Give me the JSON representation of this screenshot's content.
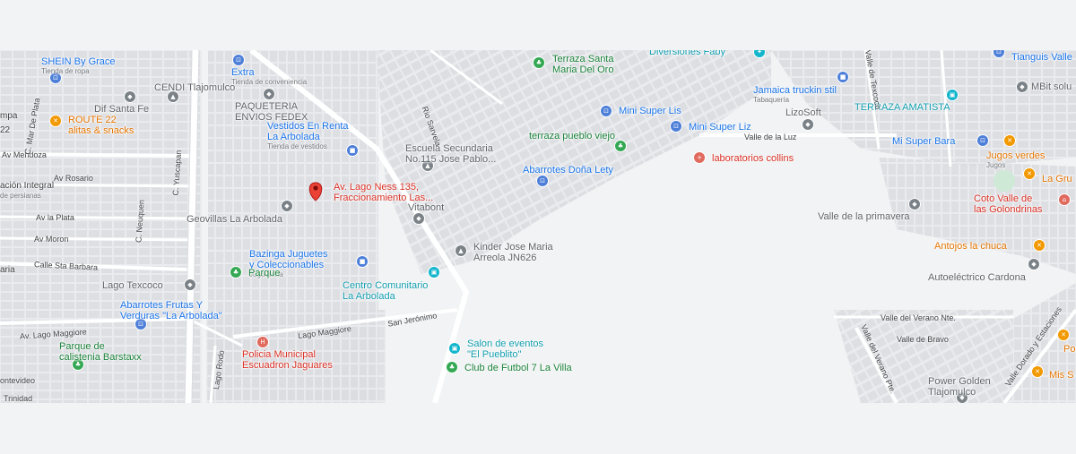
{
  "map": {
    "marker": {
      "line1": "Av. Lago Ness 135,",
      "line2": "Fraccionamiento Las..."
    },
    "places": [
      {
        "id": "shein",
        "name": "SHEIN By Grace",
        "sub": "Tienda de ropa",
        "color": "blue",
        "icon": "shopping-cart-icon"
      },
      {
        "id": "extra",
        "name": "Extra",
        "sub": "Tienda de conveniencia",
        "color": "blue",
        "icon": "shopping-cart-icon"
      },
      {
        "id": "cendi",
        "name": "CENDI Tlajomulco",
        "sub": "",
        "color": "gray",
        "icon": "school-icon"
      },
      {
        "id": "dif",
        "name": "Dif Santa Fe",
        "sub": "",
        "color": "gray",
        "icon": "pin-icon"
      },
      {
        "id": "route22",
        "name": "ROUTE 22",
        "sub": "",
        "line2": "alitas & snacks",
        "color": "orange",
        "icon": "fork-knife-icon"
      },
      {
        "id": "paqueteria",
        "name": "PAQUETERIA",
        "line2": "ENVIOS FEDEX",
        "sub": "",
        "color": "gray",
        "icon": "pin-icon"
      },
      {
        "id": "vestidos",
        "name": "Vestidos En Renta",
        "line2": "La Arbolada",
        "sub": "Tienda de vestidos",
        "color": "blue",
        "icon": "shopping-bag-icon"
      },
      {
        "id": "escuela",
        "name": "Escuela Secundaria",
        "line2": "No.115 Jose Pablo...",
        "sub": "",
        "color": "gray",
        "icon": "school-icon"
      },
      {
        "id": "terrazasanta",
        "name": "Terraza Santa",
        "line2": "Maria Del Oro",
        "sub": "",
        "color": "green",
        "icon": "tree-icon"
      },
      {
        "id": "diversiones",
        "name": "Diversiones Faby",
        "sub": "",
        "color": "teal",
        "icon": "balloon-icon"
      },
      {
        "id": "minilis",
        "name": "Mini Super Lis",
        "sub": "",
        "color": "blue",
        "icon": "shopping-cart-icon"
      },
      {
        "id": "miniliz",
        "name": "Mini Super Liz",
        "sub": "",
        "color": "blue",
        "icon": "shopping-cart-icon"
      },
      {
        "id": "terrazapueblo",
        "name": "terraza pueblo viejo",
        "sub": "",
        "color": "green",
        "icon": "tree-icon"
      },
      {
        "id": "abarroteslety",
        "name": "Abarrotes Doña Lety",
        "sub": "",
        "color": "blue",
        "icon": "shopping-cart-icon"
      },
      {
        "id": "laboratorios",
        "name": "laboratorios collins",
        "sub": "",
        "color": "red",
        "icon": "medical-icon"
      },
      {
        "id": "vitabont",
        "name": "Vitabont",
        "sub": "",
        "color": "gray",
        "icon": "pin-icon"
      },
      {
        "id": "geovillas",
        "name": "Geovillas La Arbolada",
        "sub": "",
        "color": "gray",
        "icon": "pin-icon"
      },
      {
        "id": "kinder",
        "name": "Kinder Jose Maria",
        "line2": "Arreola JN626",
        "sub": "",
        "color": "gray",
        "icon": "school-icon"
      },
      {
        "id": "bazinga",
        "name": "Bazinga Juguetes",
        "line2": "y Coleccionables",
        "sub": "Juguetería",
        "color": "blue",
        "icon": "shopping-bag-icon"
      },
      {
        "id": "parque",
        "name": "Parque",
        "sub": "",
        "color": "green",
        "icon": "tree-icon"
      },
      {
        "id": "lagotexcoco",
        "name": "Lago Texcoco",
        "sub": "",
        "color": "gray",
        "icon": "pin-icon"
      },
      {
        "id": "centro",
        "name": "Centro Comunitario",
        "line2": "La Arbolada",
        "sub": "",
        "color": "teal",
        "icon": "building-icon"
      },
      {
        "id": "abarrotesfrutas",
        "name": "Abarrotes Frutas Y",
        "line2": "Verduras \"La Arbolada\"",
        "sub": "",
        "color": "blue",
        "icon": "shopping-cart-icon"
      },
      {
        "id": "parquecal",
        "name": "Parque de",
        "line2": "calistenia Barstaxx",
        "sub": "",
        "color": "green",
        "icon": "tree-icon"
      },
      {
        "id": "policia",
        "name": "Policia Municipal",
        "line2": "Escuadron Jaguares",
        "sub": "",
        "color": "red",
        "icon": "police-icon"
      },
      {
        "id": "salon",
        "name": "Salon de eventos",
        "line2": "\"El Pueblito\"",
        "sub": "",
        "color": "teal",
        "icon": "building-icon"
      },
      {
        "id": "clubfutbol",
        "name": "Club de Futbol 7 La Villa",
        "sub": "",
        "color": "green",
        "icon": "tree-icon"
      },
      {
        "id": "tianguis",
        "name": "Tianguis Valle",
        "sub": "",
        "color": "blue",
        "icon": "shopping-cart-icon"
      },
      {
        "id": "jamaica",
        "name": "Jamaica truckin stil",
        "sub": "Tabaquería",
        "color": "blue",
        "icon": "shopping-bag-icon"
      },
      {
        "id": "mbit",
        "name": "MBit solu",
        "sub": "",
        "color": "gray",
        "icon": "pin-icon"
      },
      {
        "id": "lizosoft",
        "name": "LizoSoft",
        "sub": "",
        "color": "gray",
        "icon": "pin-icon"
      },
      {
        "id": "terrazaamatista",
        "name": "TERRAZA AMATISTA",
        "sub": "",
        "color": "teal",
        "icon": "building-icon"
      },
      {
        "id": "misuperbara",
        "name": "Mi Super Bara",
        "sub": "",
        "color": "blue",
        "icon": "shopping-cart-icon"
      },
      {
        "id": "jugos",
        "name": "Jugos verdes",
        "sub": "Jugos",
        "color": "orange",
        "icon": "fork-knife-icon"
      },
      {
        "id": "lagru",
        "name": "La Gru",
        "sub": "",
        "color": "orange",
        "icon": "fork-knife-icon"
      },
      {
        "id": "valleprimavera",
        "name": "Valle de la primavera",
        "sub": "",
        "color": "gray",
        "icon": "pin-icon"
      },
      {
        "id": "coto",
        "name": "Coto Valle de",
        "line2": "las Golondrinas",
        "sub": "",
        "color": "red",
        "icon": "home-icon"
      },
      {
        "id": "antojos",
        "name": "Antojos la chuca",
        "sub": "",
        "color": "orange",
        "icon": "fork-knife-icon"
      },
      {
        "id": "autoelectrico",
        "name": "Autoeléctrico Cardona",
        "sub": "",
        "color": "gray",
        "icon": "pin-icon"
      },
      {
        "id": "powergolden",
        "name": "Power Golden",
        "line2": "Tlajomulco",
        "sub": "",
        "color": "gray",
        "icon": "pin-icon"
      },
      {
        "id": "misu",
        "name": "Mis S",
        "sub": "",
        "color": "orange",
        "icon": "fork-knife-icon"
      },
      {
        "id": "poul",
        "name": "Poul",
        "sub": "",
        "color": "orange",
        "icon": "fork-knife-icon"
      }
    ],
    "streets": {
      "av_mendoza": "Av Mendoza",
      "av_rosario": "Av Rosario",
      "av_la_plata": "Av la Plata",
      "av_moron": "Av Moron",
      "calle_sta_barbara": "Calle Sta Barbara",
      "av_lago_maggiore": "Av. Lago Maggiore",
      "lago_maggiore": "Lago Maggiore",
      "san_jeronimo": "San Jerónimo",
      "lago_rodo": "Lago Rodo",
      "c_mar_de_plata": "C. Mar De Plata",
      "c_yuscapan": "C. Yuscapan",
      "c_neuquen": "C. Neuquen",
      "rio_sarvela": "Rio Sarvela",
      "valle_de_la_luz": "Valle de la Luz",
      "valle_de_texcoco": "Valle de Texcoco",
      "valle_del_verano_nte": "Valle del Verano Nte.",
      "valle_de_bravo": "Valle de Bravo",
      "valle_del_verano_pte": "Valle del Verano Pte.",
      "valle_dorado": "Valle Dorado y Estaciones",
      "montevideo": "ontevideo",
      "trinidad": "Trinidad",
      "ampa": "mpa",
      "aria": "aria",
      "cion_integral": "ación Integral",
      "de_persianas": "de persianas",
      "num22": "22"
    }
  }
}
